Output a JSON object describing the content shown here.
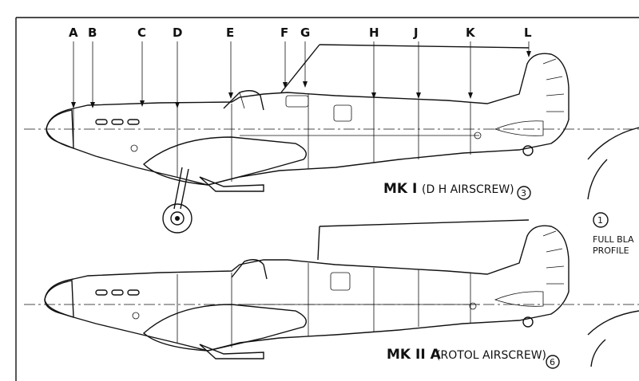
{
  "stations": [
    "A",
    "B",
    "C",
    "D",
    "E",
    "F",
    "G",
    "H",
    "J",
    "K",
    "L"
  ],
  "views": [
    {
      "mark": "MK I",
      "detail": "(D H AIRSCREW)",
      "number": "3"
    },
    {
      "mark": "MK II A",
      "detail": "(ROTOL AIRSCREW)",
      "number": "6"
    }
  ],
  "side_note": {
    "number": "1",
    "line1": "FULL BLA",
    "line2": "PROFILE"
  },
  "colors": {
    "ink": "#111111",
    "paper": "#ffffff"
  }
}
